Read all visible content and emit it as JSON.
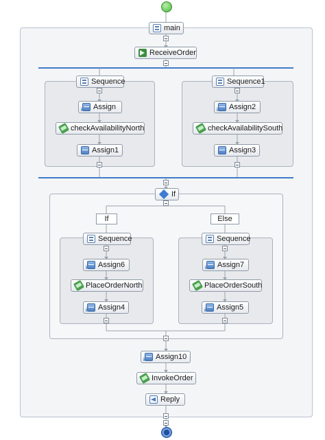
{
  "process": {
    "main_scope": "main",
    "receive": "ReceiveOrder",
    "flow": {
      "left_sequence": "Sequence",
      "right_sequence": "Sequence1",
      "left_assign_top": "Assign",
      "left_invoke": "checkAvailabilityNorth",
      "left_assign_bottom": "Assign1",
      "right_assign_top": "Assign2",
      "right_invoke": "checkAvailabilitySouth",
      "right_assign_bottom": "Assign3"
    },
    "if_block": {
      "label": "If",
      "branch_if": "If",
      "branch_else": "Else",
      "if_sequence": "Sequence",
      "else_sequence": "Sequence",
      "if_assign_top": "Assign6",
      "if_invoke": "PlaceOrderNorth",
      "if_assign_bottom": "Assign4",
      "else_assign_top": "Assign7",
      "else_invoke": "PlaceOrderSouth",
      "else_assign_bottom": "Assign5"
    },
    "assign_final": "Assign10",
    "invoke_final": "InvokeOrder",
    "reply": "Reply"
  },
  "colors": {
    "flow_bar": "#3f7bc7",
    "start_node": "#48b53c",
    "end_node": "#1f4f9e"
  }
}
